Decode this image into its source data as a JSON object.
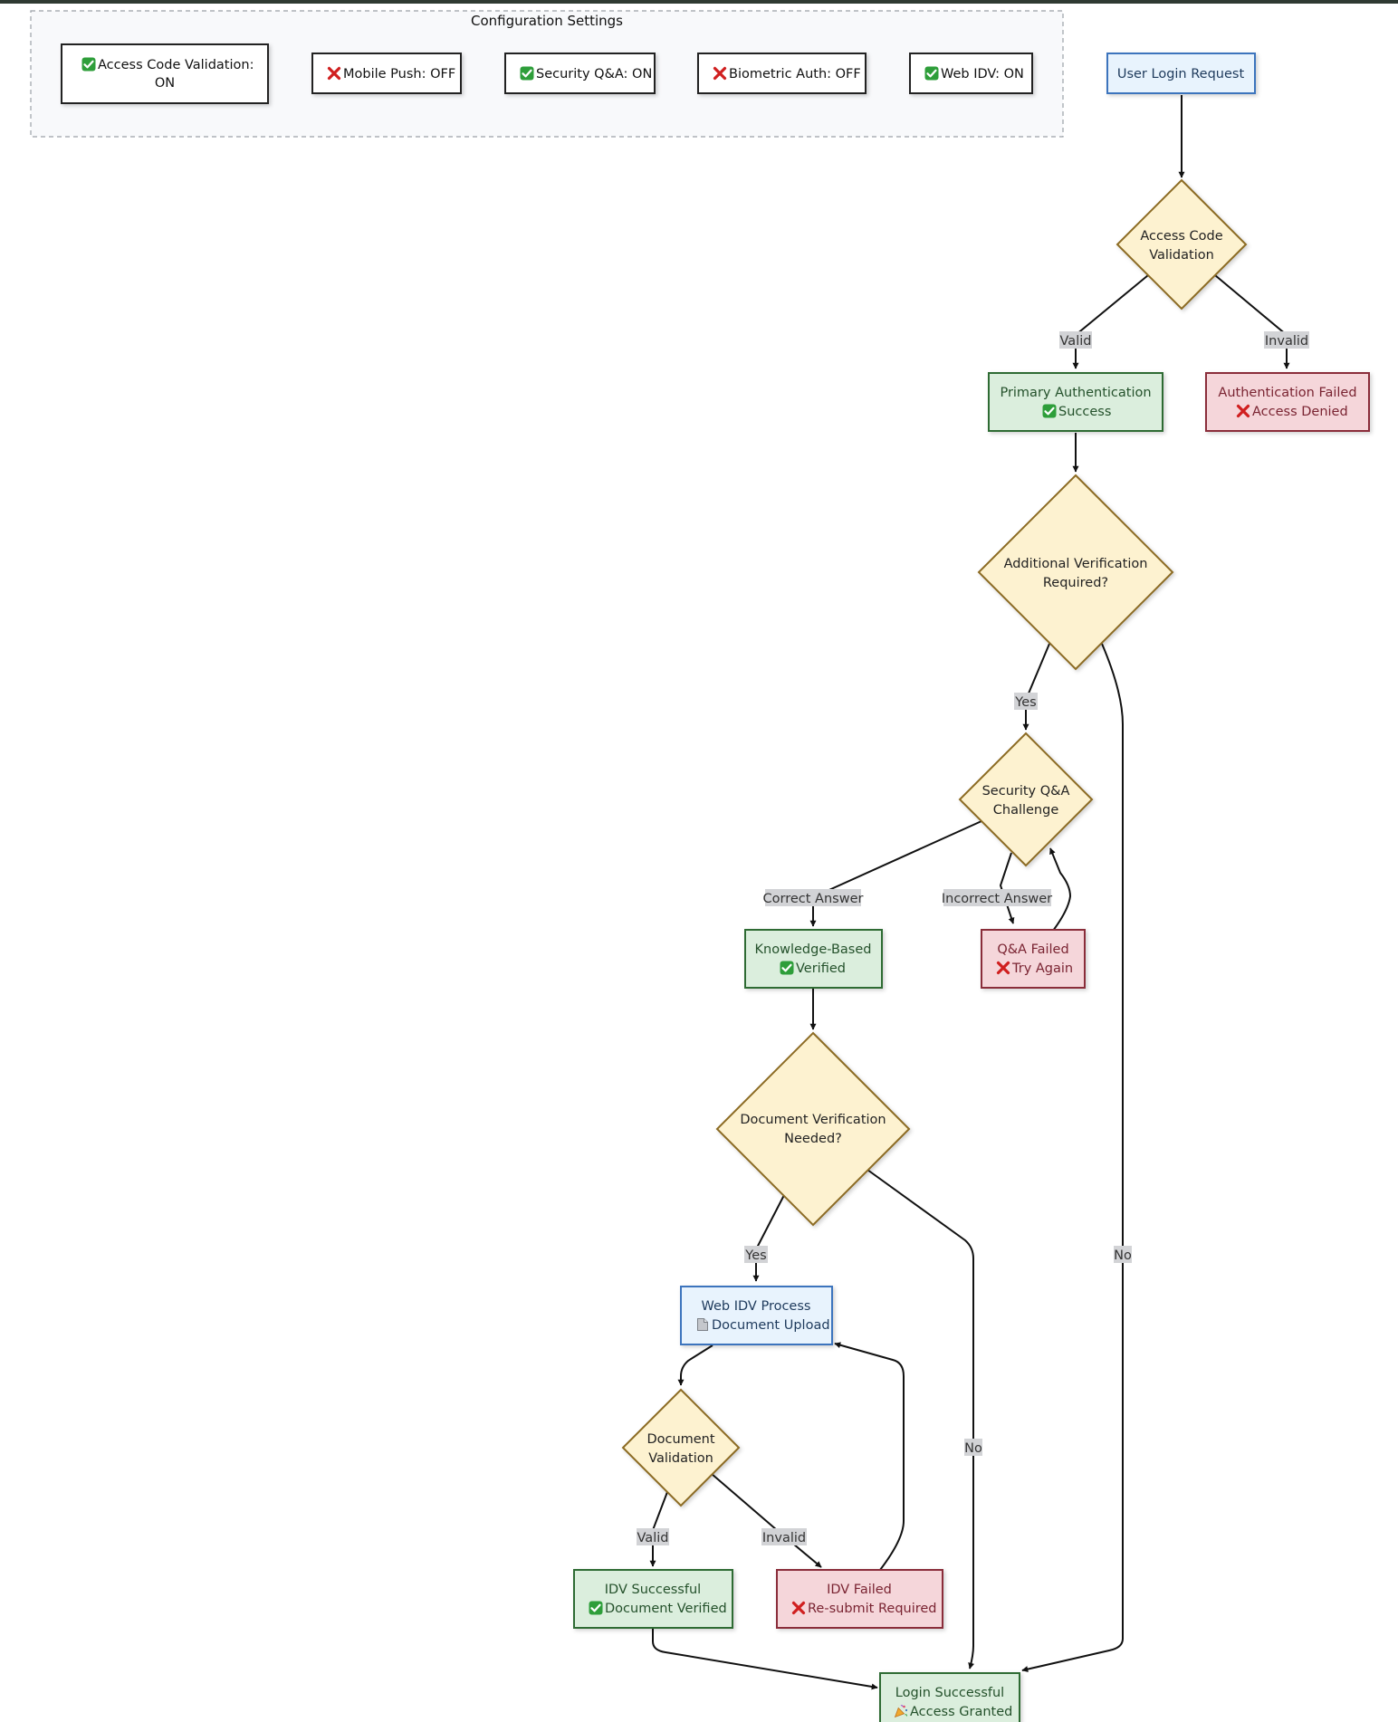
{
  "config": {
    "title": "Configuration Settings",
    "items": [
      {
        "icon": "check-icon",
        "lines": [
          "Access Code Validation:",
          "ON"
        ]
      },
      {
        "icon": "cross-icon",
        "lines": [
          "Mobile Push: OFF"
        ]
      },
      {
        "icon": "check-icon",
        "lines": [
          "Security Q&A: ON"
        ]
      },
      {
        "icon": "cross-icon",
        "lines": [
          "Biometric Auth: OFF"
        ]
      },
      {
        "icon": "check-icon",
        "lines": [
          "Web IDV: ON"
        ]
      }
    ]
  },
  "nodes": {
    "login_request": {
      "lines": [
        "User Login Request"
      ]
    },
    "access_code": {
      "lines": [
        "Access Code",
        "Validation"
      ]
    },
    "primary_auth": {
      "line1": "Primary Authentication",
      "line2": "Success",
      "icon": "check-icon"
    },
    "auth_failed": {
      "line1": "Authentication Failed",
      "line2": "Access Denied",
      "icon": "cross-icon"
    },
    "additional_verif": {
      "lines": [
        "Additional Verification",
        "Required?"
      ]
    },
    "security_qa": {
      "lines": [
        "Security Q&A",
        "Challenge"
      ]
    },
    "kb_verified": {
      "line1": "Knowledge-Based",
      "line2": "Verified",
      "icon": "check-icon"
    },
    "qa_failed": {
      "line1": "Q&A Failed",
      "line2": "Try Again",
      "icon": "cross-icon"
    },
    "doc_verif_needed": {
      "lines": [
        "Document Verification",
        "Needed?"
      ]
    },
    "web_idv": {
      "line1": "Web IDV Process",
      "line2": "Document Upload",
      "icon": "document-icon"
    },
    "doc_validation": {
      "lines": [
        "Document",
        "Validation"
      ]
    },
    "idv_success": {
      "line1": "IDV Successful",
      "line2": "Document Verified",
      "icon": "check-icon"
    },
    "idv_failed": {
      "line1": "IDV Failed",
      "line2": "Re-submit Required",
      "icon": "cross-icon"
    },
    "login_success": {
      "line1": "Login Successful",
      "line2": "Access Granted",
      "icon": "party-popper-icon"
    }
  },
  "edge_labels": {
    "valid_1": "Valid",
    "invalid_1": "Invalid",
    "yes_1": "Yes",
    "no_1": "No",
    "correct_answer": "Correct Answer",
    "incorrect_answer": "Incorrect Answer",
    "yes_2": "Yes",
    "no_2": "No",
    "valid_2": "Valid",
    "invalid_2": "Invalid"
  },
  "colors": {
    "check": "#2e9e3a",
    "cross": "#d01f1f",
    "blue_node_fill": "#e8f3fd",
    "green_node_fill": "#dbeedd",
    "red_node_fill": "#f5d6da",
    "decision_fill": "#fdf2d0"
  }
}
